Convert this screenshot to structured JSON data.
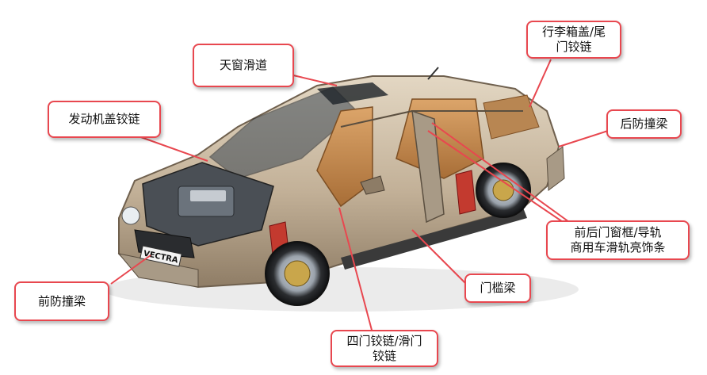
{
  "colors": {
    "leader_line": "#e8474f",
    "label_border": "#e8474f",
    "car_body": "#c9b9a0",
    "car_shadow": "#8d7c66",
    "interior": "#c48a4e",
    "glass": "#2f3a44"
  },
  "labels": {
    "sunroof_track": "天窗滑道",
    "trunk_hinge": "行李箱盖/尾\n门铰链",
    "hood_hinge": "发动机盖铰链",
    "rear_bumper": "后防撞梁",
    "window_frame": "前后门窗框/导轨\n商用车滑轨亮饰条",
    "front_bumper": "前防撞梁",
    "door_sill": "门槛梁",
    "door_hinge": "四门铰链/滑门\n铰链"
  },
  "plate_text": "VECTRA"
}
